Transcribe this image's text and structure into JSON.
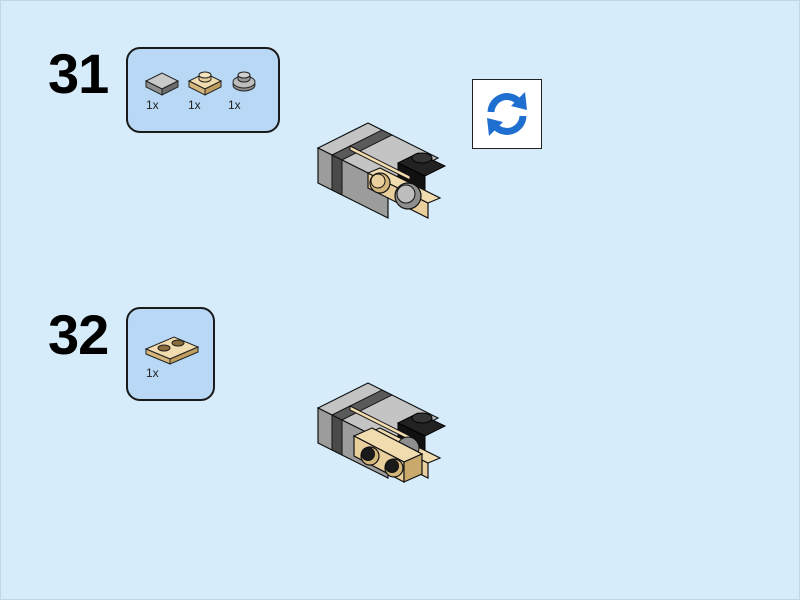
{
  "steps": [
    {
      "number": "31",
      "parts": [
        {
          "icon": "gray-tile-1x1-icon",
          "qty": "1x"
        },
        {
          "icon": "tan-plate-1x1-icon",
          "qty": "1x"
        },
        {
          "icon": "gray-round-plate-1x1-icon",
          "qty": "1x"
        }
      ]
    },
    {
      "number": "32",
      "parts": [
        {
          "icon": "tan-plate-1x2-icon",
          "qty": "1x"
        }
      ]
    }
  ],
  "rotate_icon": "rotate-model-icon",
  "colors": {
    "background": "#d6ecfb",
    "parts_box": "#b8d8f6",
    "tan": "#e8cf9c",
    "gray": "#a0a0a0",
    "dark_gray": "#5a5a5a",
    "black": "#111111",
    "rotate_blue": "#1f6fd1"
  }
}
